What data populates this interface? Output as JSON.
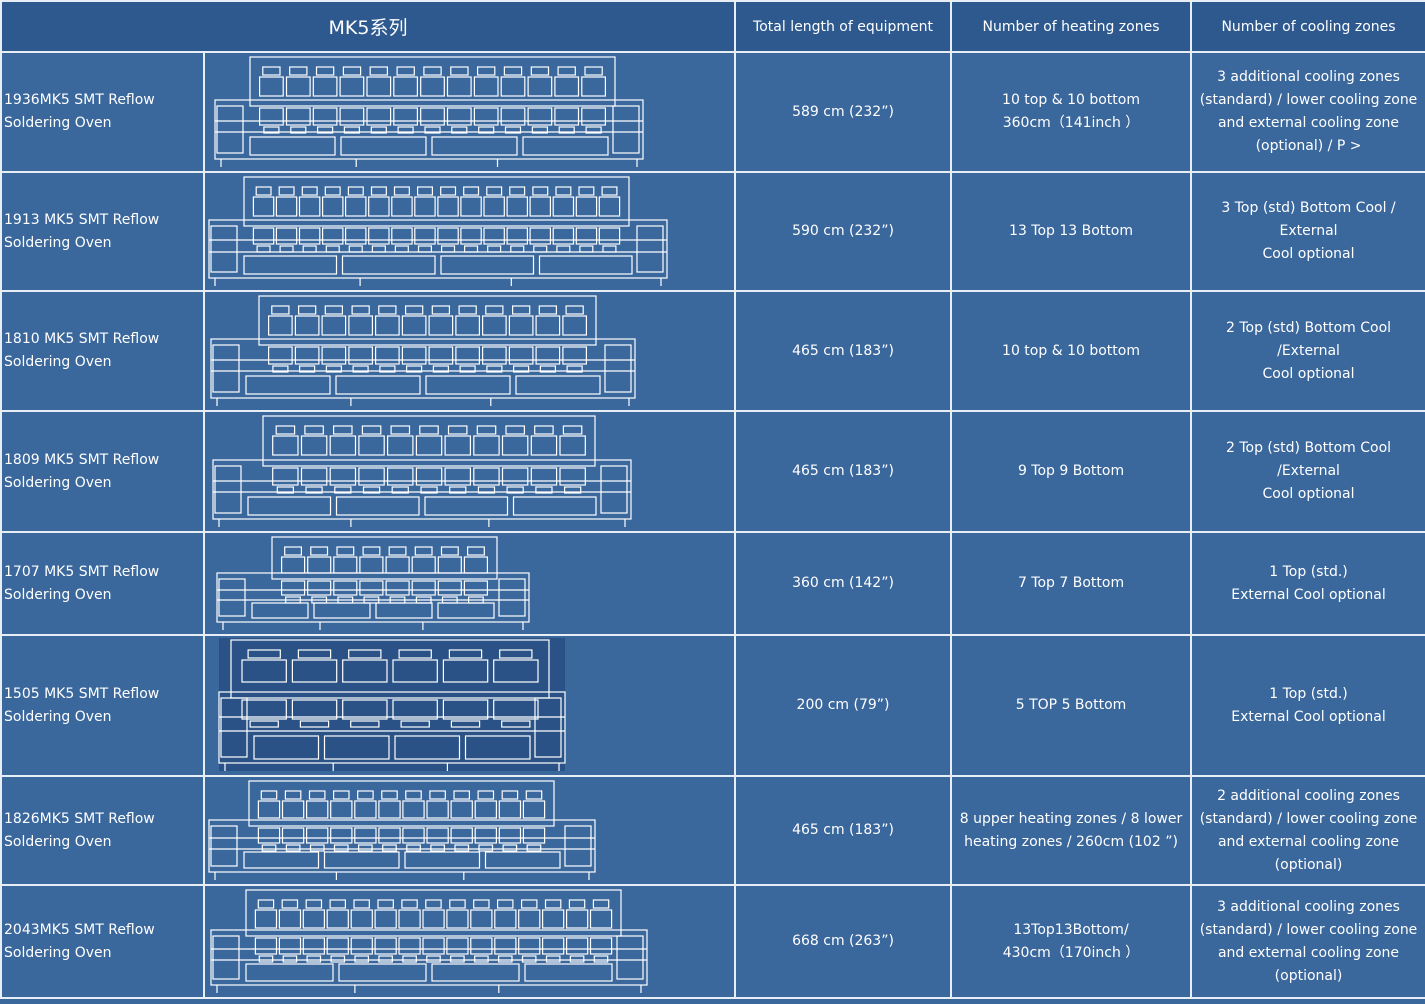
{
  "header": {
    "series": "MK5系列",
    "total_length": "Total length of equipment",
    "heating_zones": "Number of heating zones",
    "cooling_zones": "Number of cooling zones"
  },
  "rows": [
    {
      "name": [
        "1936MK5 SMT Reflow",
        "Soldering Oven"
      ],
      "drawing": {
        "top_zones": 13,
        "bottom_zones": 13,
        "level_pct": 100,
        "icon": "reflow-oven-drawing-icon"
      },
      "length": "589 cm (232”)",
      "heating": [
        "10 top & 10 bottom",
        "360cm（141inch ）"
      ],
      "cooling": [
        "3 additional cooling zones",
        "(standard) / lower cooling zone",
        "and external cooling zone",
        "(optional) / P >"
      ]
    },
    {
      "name": [
        "1913 MK5 SMT Reflow",
        "Soldering Oven"
      ],
      "drawing": {
        "top_zones": 16,
        "bottom_zones": 16,
        "level_pct": 100,
        "icon": "reflow-oven-drawing-icon"
      },
      "length": "590 cm (232”)",
      "heating": [
        "13 Top 13 Bottom"
      ],
      "cooling": [
        "3 Top (std) Bottom Cool / External",
        "Cool optional"
      ]
    },
    {
      "name": [
        "1810 MK5 SMT Reflow",
        "Soldering Oven"
      ],
      "drawing": {
        "top_zones": 12,
        "bottom_zones": 12,
        "level_pct": 100,
        "icon": "reflow-oven-drawing-icon"
      },
      "length": "465 cm (183”)",
      "heating": [
        "10 top & 10 bottom"
      ],
      "cooling": [
        "2 Top (std) Bottom Cool /External",
        "Cool optional"
      ]
    },
    {
      "name": [
        "1809 MK5 SMT Reflow",
        "Soldering Oven"
      ],
      "drawing": {
        "top_zones": 11,
        "bottom_zones": 11,
        "level_pct": 100,
        "icon": "reflow-oven-drawing-icon"
      },
      "length": "465 cm (183”)",
      "heating": [
        "9 Top 9 Bottom"
      ],
      "cooling": [
        "2 Top (std) Bottom Cool /External",
        "Cool optional"
      ]
    },
    {
      "name": [
        "1707 MK5 SMT Reflow",
        "Soldering Oven"
      ],
      "drawing": {
        "top_zones": 8,
        "bottom_zones": 8,
        "level_pct": 100,
        "icon": "reflow-oven-drawing-icon"
      },
      "length": "360 cm (142”)",
      "heating": [
        "7 Top 7 Bottom"
      ],
      "cooling": [
        "1 Top (std.)",
        "External Cool optional"
      ]
    },
    {
      "name": [
        "1505 MK5 SMT Reflow",
        "Soldering Oven"
      ],
      "drawing": {
        "top_zones": 6,
        "bottom_zones": 6,
        "level_pct": 100,
        "icon": "reflow-oven-drawing-icon"
      },
      "length": "200 cm (79”)",
      "heating": [
        "5 TOP 5 Bottom"
      ],
      "cooling": [
        "1 Top (std.)",
        "External Cool optional"
      ]
    },
    {
      "name": [
        "1826MK5 SMT Reflow",
        "Soldering Oven"
      ],
      "drawing": {
        "top_zones": 12,
        "bottom_zones": 12,
        "level_pct": 100,
        "icon": "reflow-oven-drawing-icon"
      },
      "length": "465 cm (183”)",
      "heating": [
        "8 upper heating zones / 8 lower",
        "heating zones / 260cm (102 ”)"
      ],
      "cooling": [
        "2 additional cooling zones",
        "(standard) / lower cooling zone",
        "and external cooling zone",
        "(optional)"
      ]
    },
    {
      "name": [
        "2043MK5 SMT Reflow",
        "Soldering Oven"
      ],
      "drawing": {
        "top_zones": 15,
        "bottom_zones": 15,
        "level_pct": 100,
        "icon": "reflow-oven-drawing-icon"
      },
      "length": "668 cm (263”)",
      "heating": [
        "13Top13Bottom/",
        "430cm（170inch ）"
      ],
      "cooling": [
        "3 additional cooling zones",
        "(standard) / lower cooling zone",
        "and external cooling zone",
        "(optional)"
      ]
    }
  ]
}
